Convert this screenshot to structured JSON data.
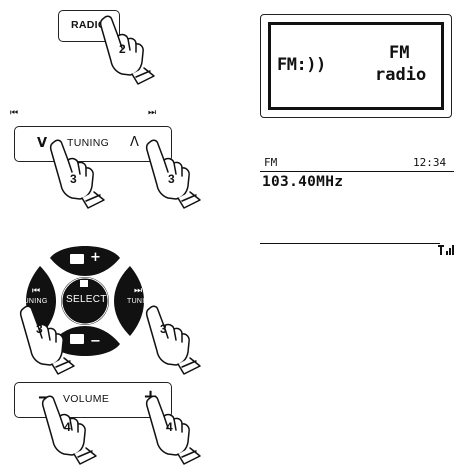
{
  "radio_button": {
    "label": "RADIO",
    "step": "2"
  },
  "tuning_bar": {
    "prev_glyph": "⏮",
    "next_glyph": "⏭",
    "down_glyph": "V",
    "label": "TUNING",
    "up_glyph": "Λ",
    "steps": [
      "3",
      "3"
    ]
  },
  "navpad": {
    "center_label": "SELECT",
    "left_label": "TUNING",
    "right_label": "TUNING",
    "left_glyph": "⏮",
    "right_glyph": "⏭",
    "top_glyph": "+",
    "bottom_glyph": "−",
    "steps": [
      "3",
      "3"
    ]
  },
  "volume_bar": {
    "minus_glyph": "−",
    "label": "VOLUME",
    "plus_glyph": "+",
    "steps": [
      "4",
      "4"
    ]
  },
  "display_mode": {
    "left_text": "FM:))",
    "line1": "FM",
    "line2": "radio"
  },
  "display_station": {
    "band": "FM",
    "time": "12:34",
    "frequency": "103.40MHz"
  },
  "colors": {
    "ink": "#111111",
    "paper": "#ffffff"
  }
}
